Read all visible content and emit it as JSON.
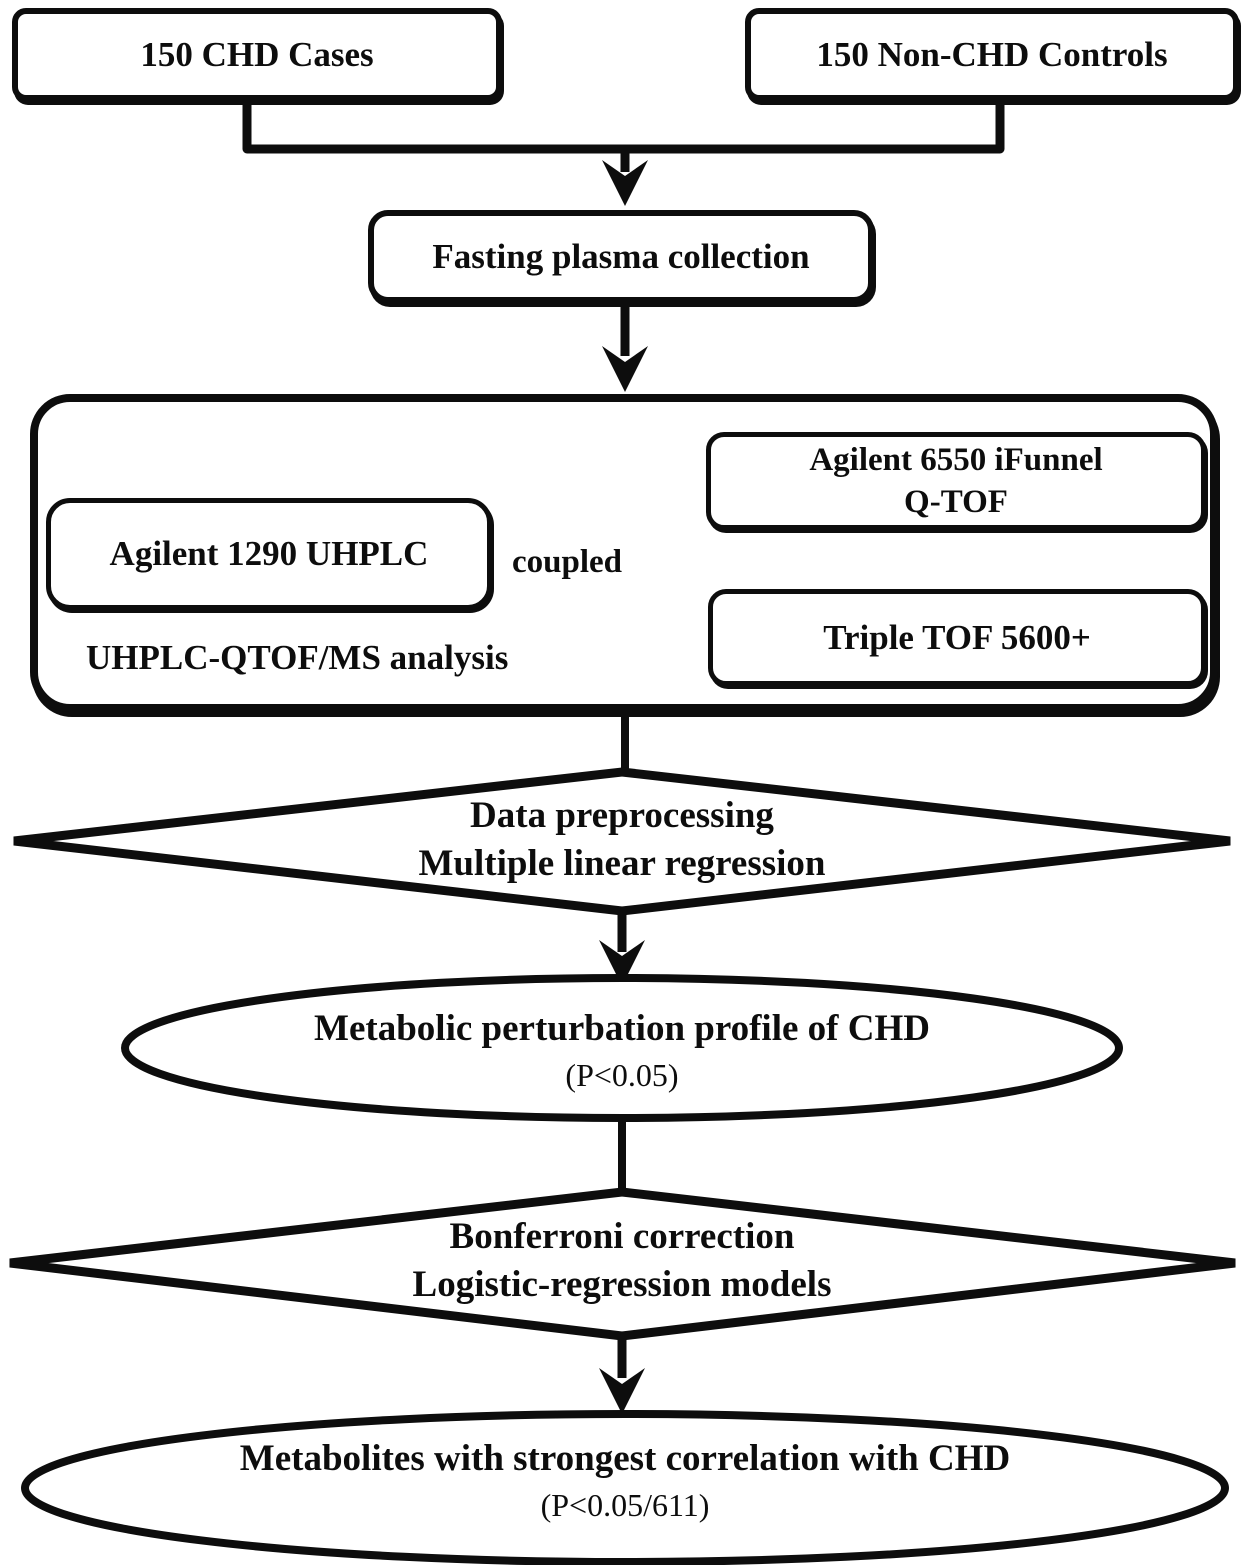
{
  "palette": {
    "ink": "#0d0d0d",
    "paper": "#ffffff"
  },
  "flow": {
    "cases_label": "150 CHD Cases",
    "controls_label": "150 Non-CHD Controls",
    "fasting_label": "Fasting plasma collection",
    "analysis": {
      "uhplc_label": "Agilent 1290 UHPLC",
      "coupled_label": "coupled",
      "qtof_line1": "Agilent 6550 iFunnel",
      "qtof_line2": "Q-TOF",
      "tripletof_label": "Triple TOF 5600+",
      "caption": "UHPLC-QTOF/MS analysis"
    },
    "preprocessing": {
      "line1": "Data preprocessing",
      "line2": "Multiple linear regression"
    },
    "profile": {
      "line1": "Metabolic perturbation profile of CHD",
      "line2": "(P<0.05)"
    },
    "correction": {
      "line1": "Bonferroni correction",
      "line2": "Logistic-regression models"
    },
    "result": {
      "line1": "Metabolites with strongest correlation with CHD",
      "line2": "(P<0.05/611)"
    }
  }
}
